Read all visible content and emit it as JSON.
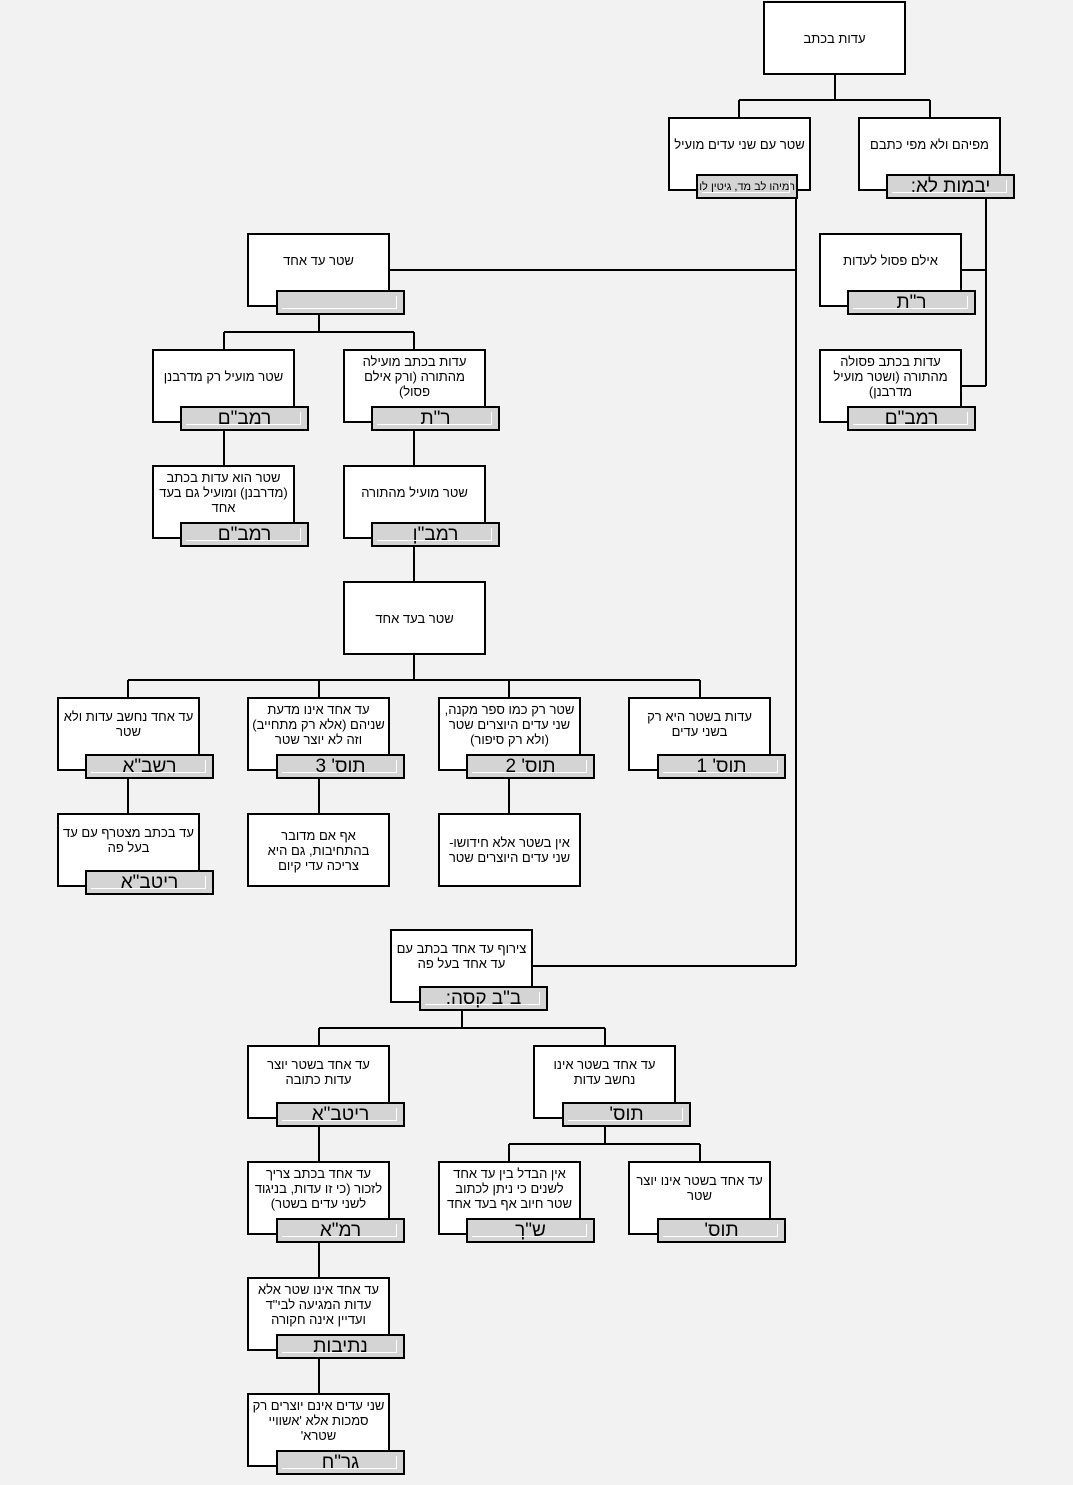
{
  "diagram": {
    "root": {
      "text": "עדות בכתב"
    },
    "l1_right": {
      "text": "מפיהם ולא מפי כתבם",
      "tag": "יבמות לא:"
    },
    "l1_left": {
      "text": "שטר עם שני עדים מועיל",
      "tag": "ירמיהו לב מד, גיטין לו."
    },
    "rt_ilem": {
      "text": "אילם פסול לעדות",
      "tag": "ר\"ת"
    },
    "rambam_right": {
      "text": "עדות בכתב פסולה מהתורה (ושטר מועיל מדרבנן)",
      "tag": "רמב\"ם"
    },
    "ed_echad": {
      "text": "שטר עד אחד",
      "tag": ""
    },
    "rt_mid": {
      "text": "עדות בכתב מועילה מהתורה (ורק אילם פסול)",
      "tag": "ר\"ת"
    },
    "rambam_mid": {
      "text": "שטר מועיל רק מדרבנן",
      "tag": "רמב\"ם"
    },
    "ramban": {
      "text": "שטר מועיל מהתורה",
      "tag": "רמב\"ן"
    },
    "rambam_low": {
      "text": "שטר הוא עדות בכתב (מדרבנן) ומועיל גם בעד אחד",
      "tag": "רמב\"ם"
    },
    "beed_echad": {
      "text": "שטר בעד אחד"
    },
    "tos1": {
      "text": "עדות בשטר היא רק בשני עדים",
      "tag": "תוס' 1"
    },
    "tos2": {
      "text": "שטר רק כמו ספר מקנה, שני עדים היוצרים שטר (ולא רק סיפור)",
      "tag": "תוס' 2"
    },
    "tos3": {
      "text": "עד אחד אינו מדעת שניהם (אלא רק מתחייב) וזה לא יוצר שטר",
      "tag": "תוס' 3"
    },
    "rashba": {
      "text": "עד אחד נחשב עדות ולא שטר",
      "tag": "רשב\"א"
    },
    "tos2_sub": {
      "text": "אין בשטר אלא חידושו- שני עדים היוצרים שטר"
    },
    "tos3_sub": {
      "text": "אף אם מדובר בהתחיבות, גם היא צריכה עדי קיום"
    },
    "ritva_top": {
      "text": "עד בכתב מצטרף עם עד בעל פה",
      "tag": "ריטב\"א"
    },
    "tziruf": {
      "text": "צירוף עד אחד בכתב עם עד אחד בעל פה",
      "tag": "ב\"ב קסה:"
    },
    "tos_b": {
      "text": "עד אחד בשטר אינו נחשב עדות",
      "tag": "תוס'"
    },
    "ritva_b": {
      "text": "עד אחד בשטר יוצר עדות כתובה",
      "tag": "ריטב\"א"
    },
    "tos_b2": {
      "text": "עד אחד בשטר אינו יוצר שטר",
      "tag": "תוס'"
    },
    "shach": {
      "text": "אין הבדל בין עד אחד לשנים כי ניתן לכתוב שטר חיוב אף בעד אחד",
      "tag": "ש\"ך"
    },
    "rema": {
      "text": "עד אחד בכתב צריך לזכור (כי זו עדות, בניגוד לשני עדים בשטר)",
      "tag": "רמ\"א"
    },
    "netivot": {
      "text": "עד אחד אינו שטר אלא עדות המגיעה לבי\"ד ועדיין אינה חקורה",
      "tag": "נתיבות"
    },
    "grach": {
      "text": "שני עדים אינם יוצרים רק סמכות אלא 'אשוויי שטרא'",
      "tag": "גר\"ח"
    }
  },
  "colors": {
    "node_fill": "#ffffff",
    "tag_fill": "#d4d4d4",
    "line": "#000000",
    "background": "#f2f2f2"
  }
}
